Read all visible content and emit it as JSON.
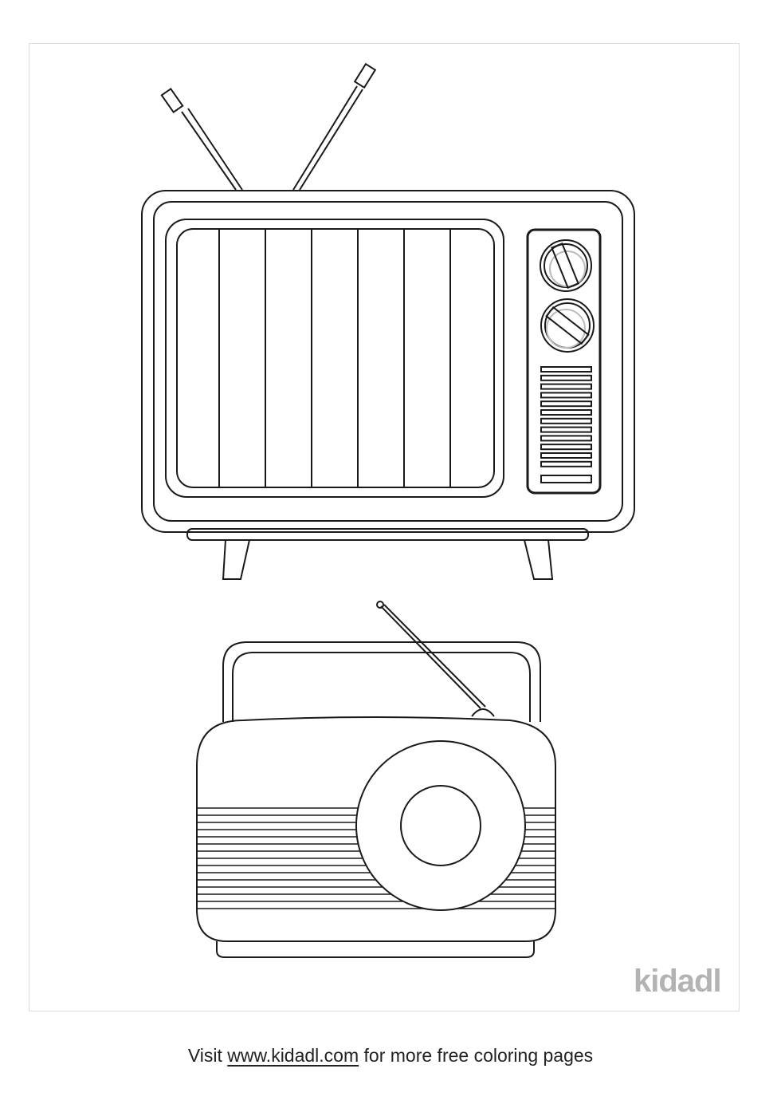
{
  "logo": {
    "text": "kidadl",
    "color": "#b3b3b3"
  },
  "footer": {
    "prefix": "Visit",
    "link": "www.kidadl.com",
    "suffix": "for more free coloring pages"
  },
  "illustration": {
    "subjects": [
      "television",
      "radio"
    ],
    "stroke_color": "#1a1a1a"
  }
}
